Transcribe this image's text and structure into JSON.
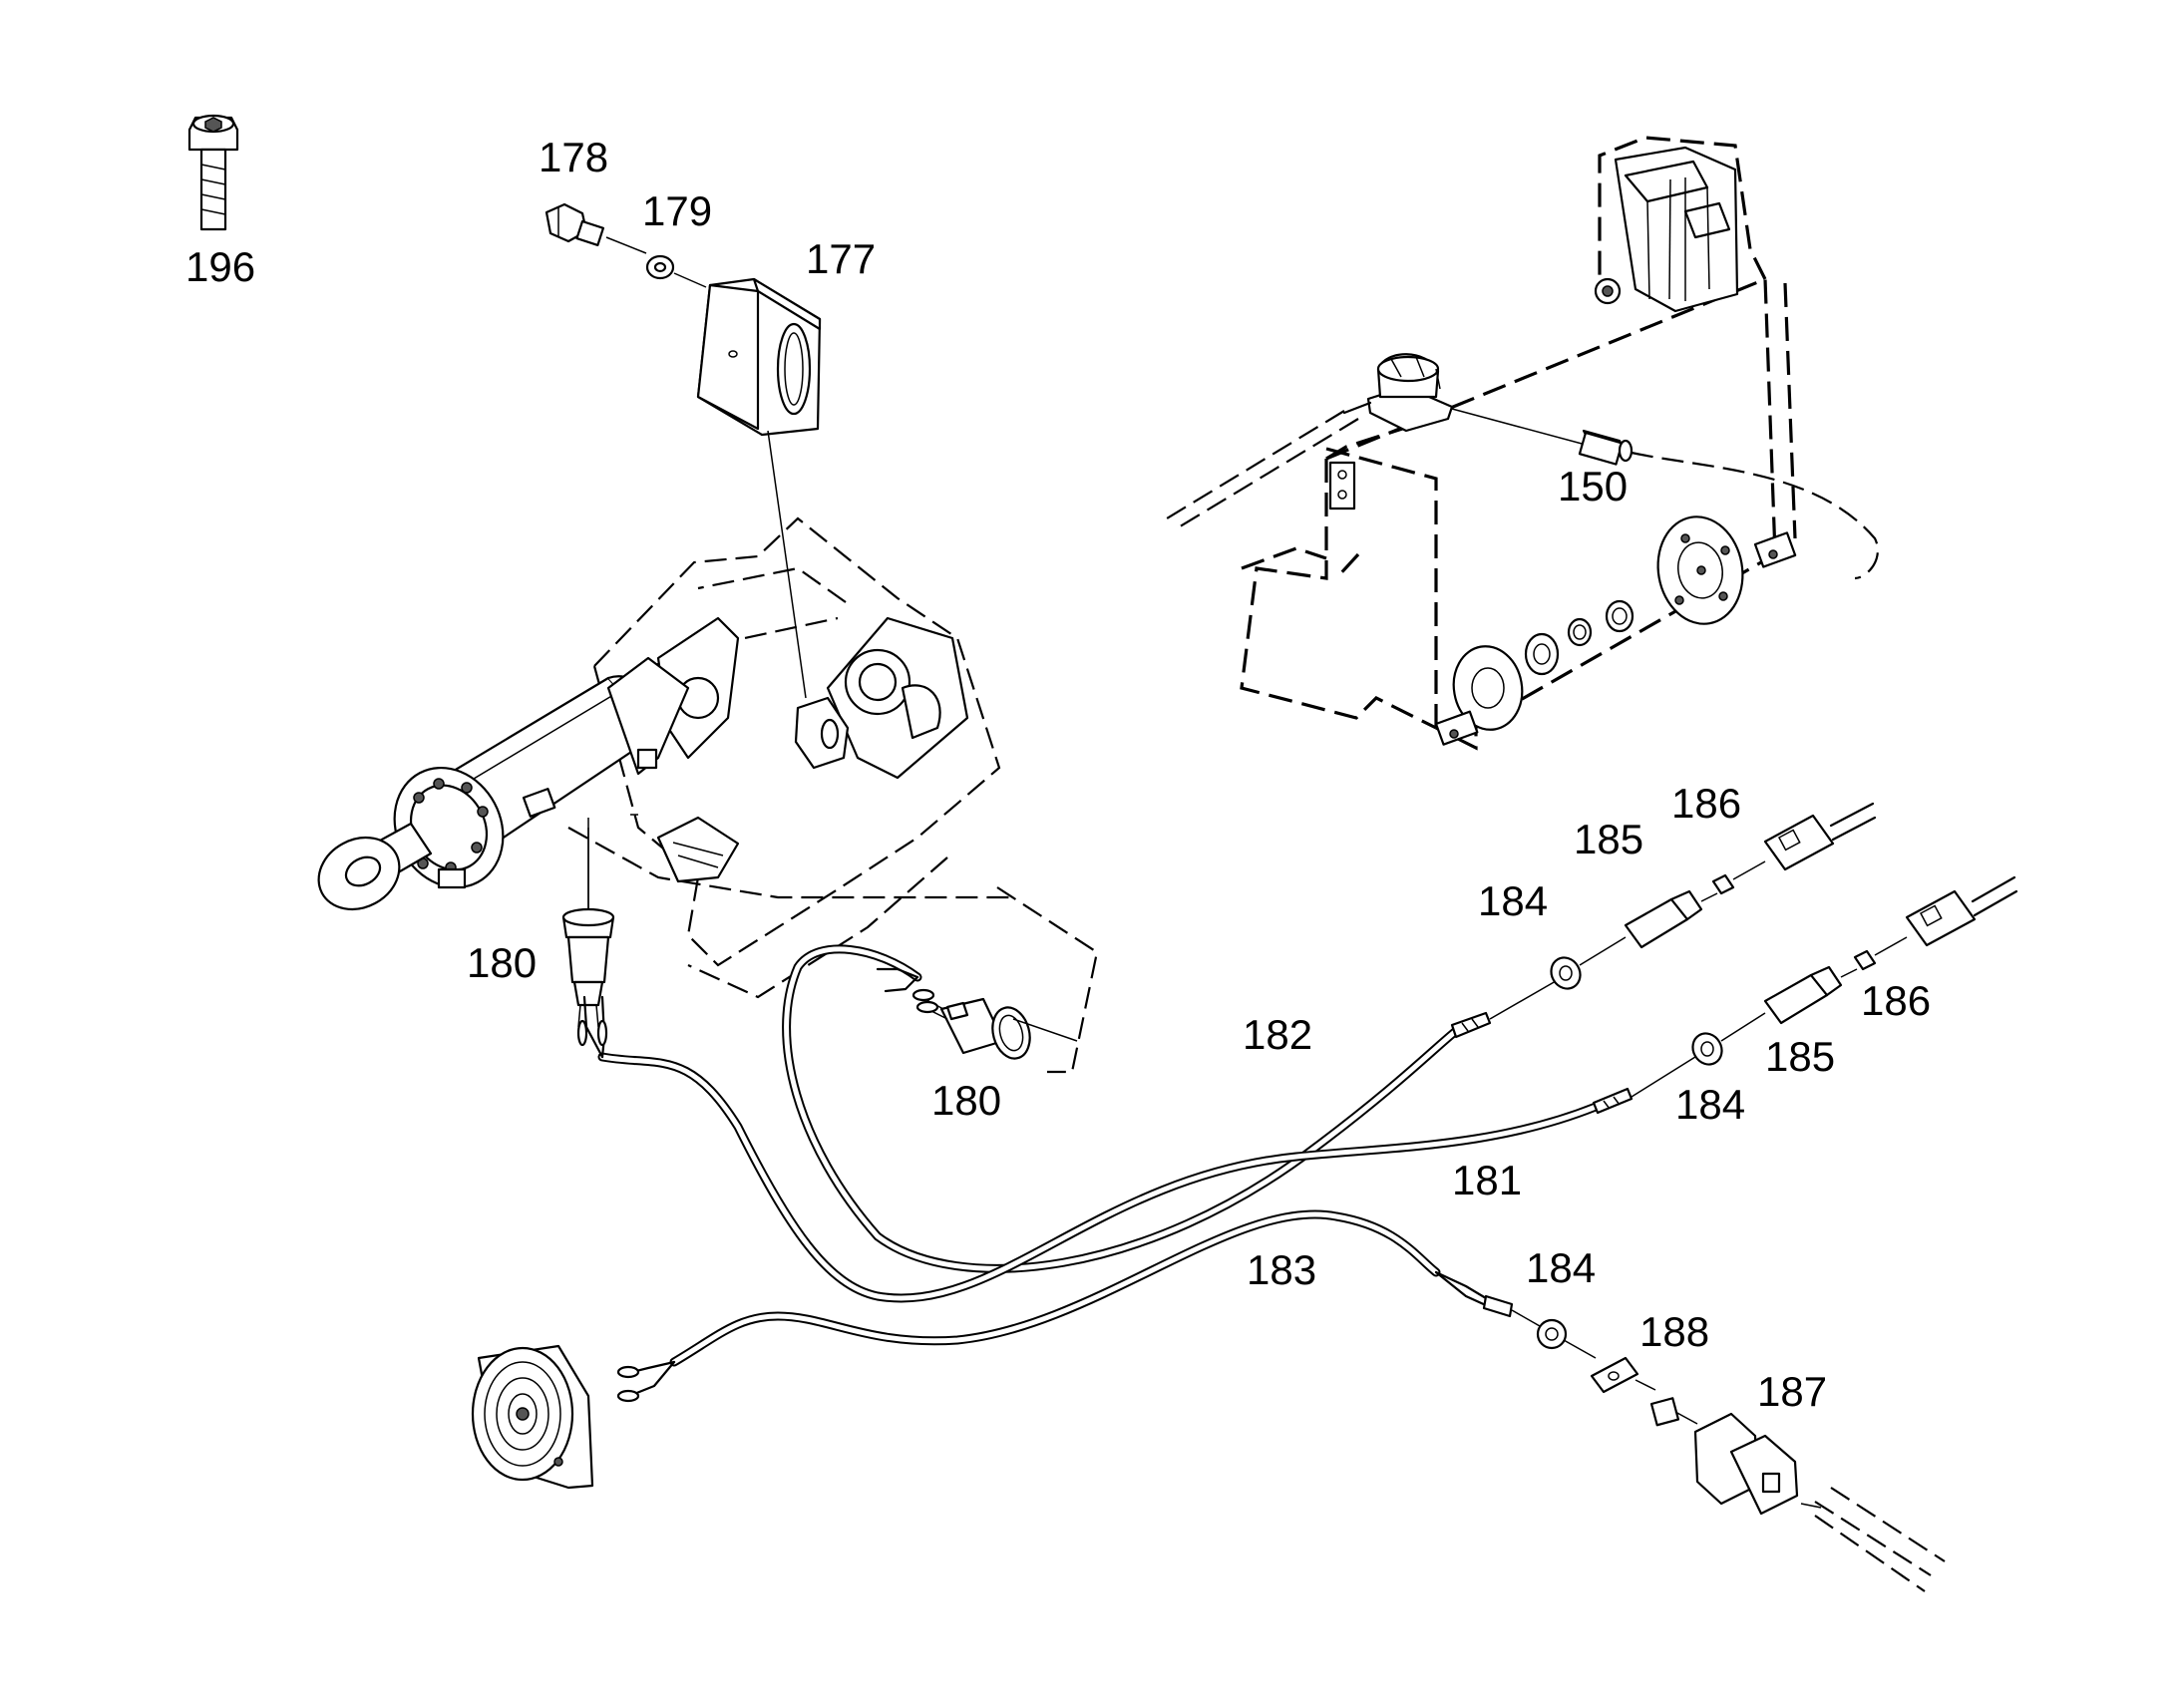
{
  "callouts": {
    "c196": "196",
    "c178": "178",
    "c179": "179",
    "c177": "177",
    "c150": "150",
    "c180a": "180",
    "c180b": "180",
    "c182": "182",
    "c181": "181",
    "c183": "183",
    "c184a": "184",
    "c185a": "185",
    "c186a": "186",
    "c184b": "184",
    "c185b": "185",
    "c186b": "186",
    "c184c": "184",
    "c188": "188",
    "c187": "187"
  }
}
